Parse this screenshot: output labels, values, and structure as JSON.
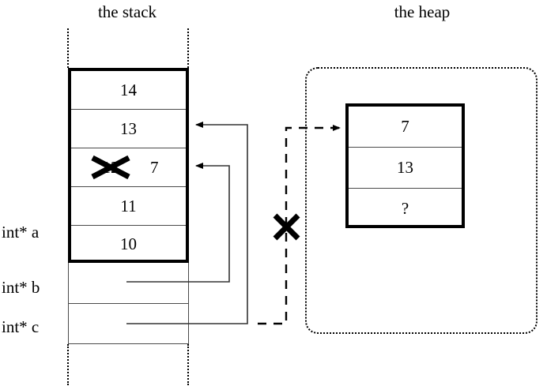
{
  "diagram": {
    "titles": {
      "stack": "the stack",
      "heap": "the heap"
    },
    "stack": {
      "frame_values": [
        "14",
        "13",
        "12",
        "11",
        "10"
      ],
      "overwritten_cell": {
        "old_value": "12",
        "new_value": "7",
        "crossed_out": true
      },
      "variables": [
        {
          "label": "int* a",
          "points_to": ""
        },
        {
          "label": "int* b",
          "points_to": "stack-cell-12"
        },
        {
          "label": "int* c",
          "points_to": "stack-cell-13"
        }
      ]
    },
    "heap": {
      "block_values": [
        "7",
        "13",
        "?"
      ]
    },
    "annotations": {
      "dangling_pointer_cross": "X",
      "overwrite_cross": "X"
    },
    "colors": {
      "stroke": "#000000",
      "thin_stroke": "#4a4a4a",
      "background": "#ffffff"
    }
  }
}
